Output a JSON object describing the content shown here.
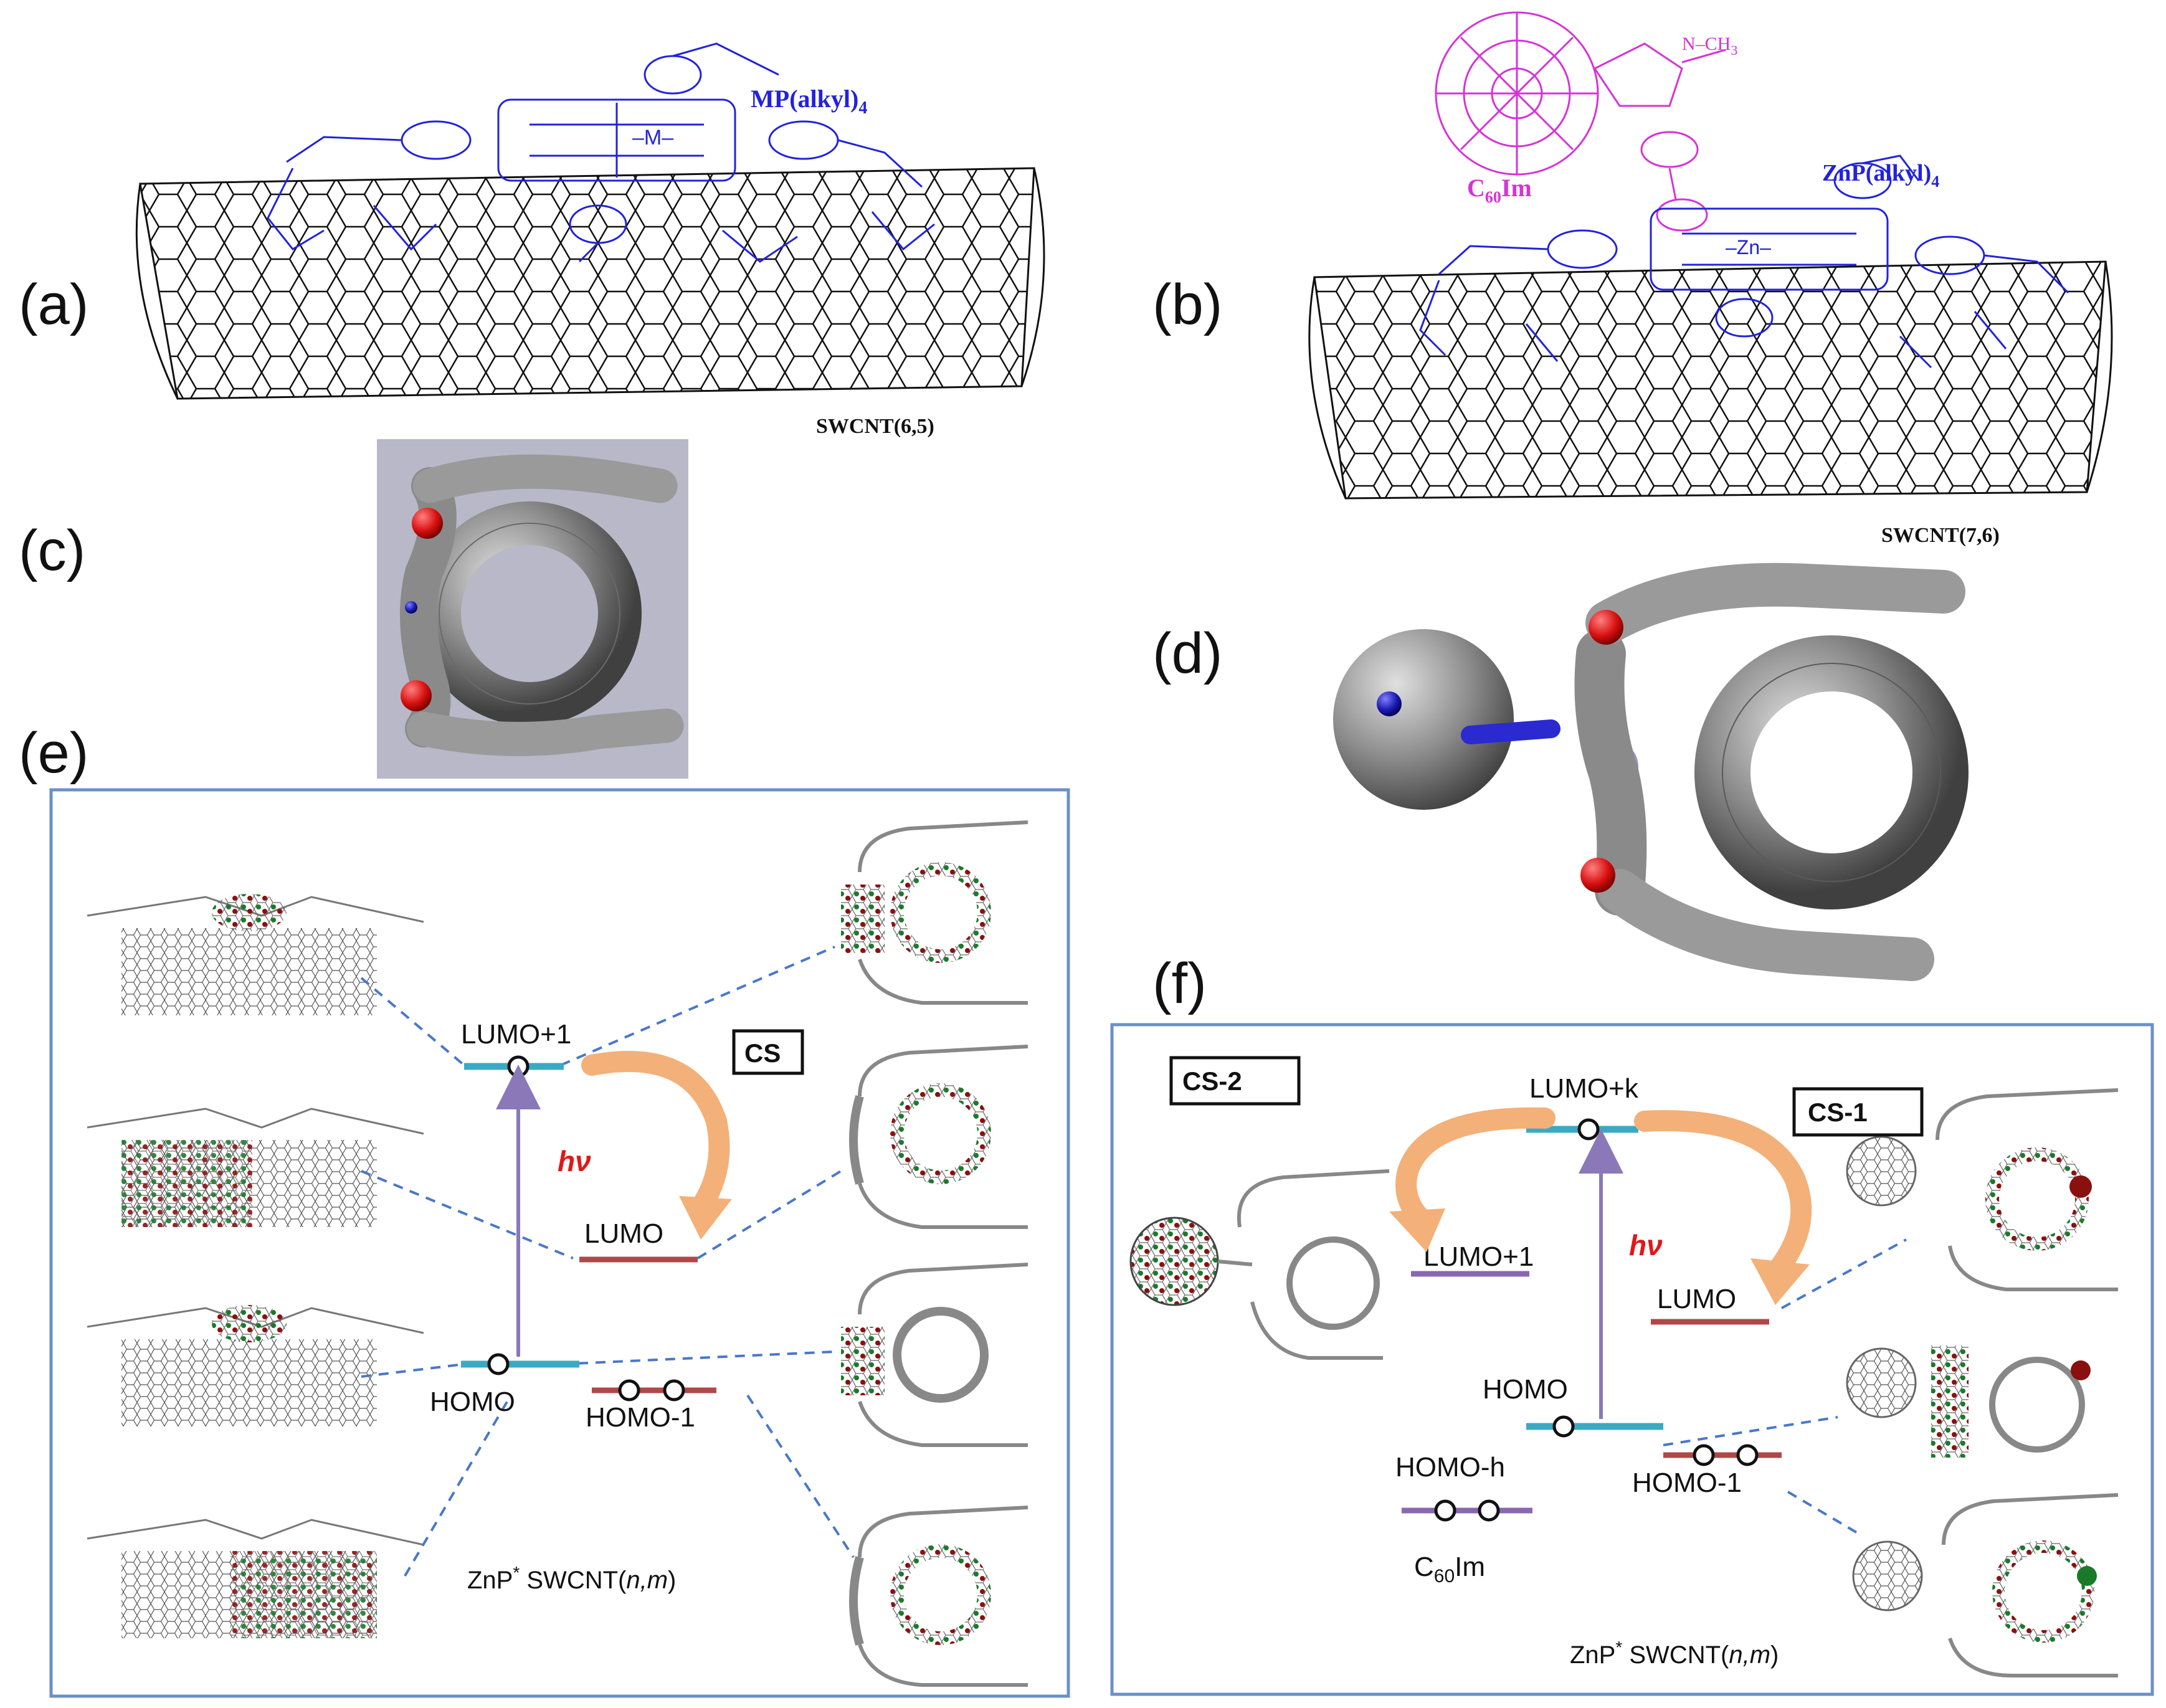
{
  "colors": {
    "struct_blue": "#2222dd",
    "c60_magenta": "#d633d6",
    "panel_border": "#6a90c8",
    "level_cyan": "#3aaac4",
    "level_red": "#b04848",
    "level_purple": "#8a68b0",
    "arrow_purple": "#8a78b8",
    "arrow_orange": "#f3b078",
    "dash_blue": "#4a78c8",
    "hv_red": "#e01818",
    "sphere_gray": "#8c8c8c",
    "oxygen_red": "#d81010",
    "nitrogen_blue": "#1a1ab0"
  },
  "panels": {
    "a": {
      "letter": "(a)",
      "porphyrin_label": "MP(alkyl)",
      "porphyrin_sub": "4",
      "tube_label": "SWCNT(6,5)"
    },
    "b": {
      "letter": "(b)",
      "fullerene_label": "C",
      "fullerene_sub": "60",
      "fullerene_suffix": "Im",
      "porphyrin_label": "ZnP(alkyl)",
      "porphyrin_sub": "4",
      "methyl_label": "N–CH",
      "methyl_sub": "3",
      "tube_label": "SWCNT(7,6)"
    },
    "c": {
      "letter": "(c)"
    },
    "d": {
      "letter": "(d)"
    },
    "e": {
      "letter": "(e)",
      "lumo1": "LUMO+1",
      "lumo": "LUMO",
      "homo": "HOMO",
      "homo1": "HOMO-1",
      "hv": "hν",
      "cs": "CS",
      "caption_main": "ZnP",
      "caption_sup": "*",
      "caption_tube": " SWCNT(",
      "caption_nm": "n,m",
      "caption_close": ")"
    },
    "f": {
      "letter": "(f)",
      "cs2": "CS-2",
      "cs1": "CS-1",
      "lumok": "LUMO+k",
      "lumo1": "LUMO+1",
      "lumo": "LUMO",
      "homo": "HOMO",
      "homoh": "HOMO-h",
      "homo1": "HOMO-1",
      "hv": "hν",
      "c60": "C",
      "c60_sub": "60",
      "c60_suffix": "Im",
      "caption_main": "ZnP",
      "caption_sup": "*",
      "caption_tube": " SWCNT(",
      "caption_nm": "n,m",
      "caption_close": ")"
    }
  }
}
